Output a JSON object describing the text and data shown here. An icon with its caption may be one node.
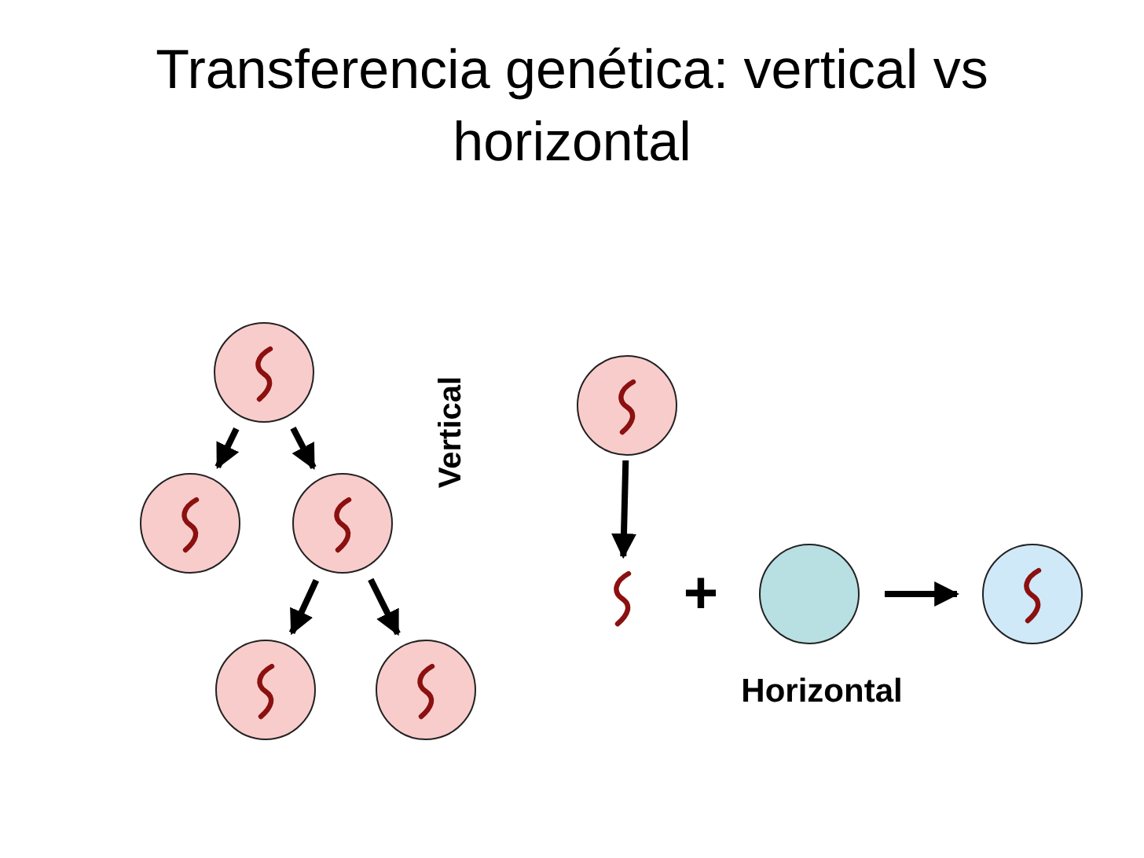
{
  "diagram": {
    "title": "Transferencia genética: vertical vs horizontal",
    "nodes": [
      {
        "text": [],
        "shape": "circle"
      },
      {
        "text": [],
        "shape": "circle"
      },
      {
        "text": [],
        "shape": "circle"
      },
      {
        "text": [],
        "shape": "circle"
      },
      {
        "text": [],
        "shape": "circle"
      },
      {
        "text": [],
        "shape": "circle"
      },
      {
        "text": [],
        "shape": "squiggle"
      },
      {
        "text": [],
        "shape": "circle"
      },
      {
        "text": [],
        "shape": "circle"
      }
    ],
    "edges": [
      {
        "from": 0,
        "to": 1,
        "arrow": "to"
      },
      {
        "from": 0,
        "to": 2,
        "arrow": "to"
      },
      {
        "from": 2,
        "to": 3,
        "arrow": "to"
      },
      {
        "from": 2,
        "to": 4,
        "arrow": "to"
      },
      {
        "from": 5,
        "to": 6,
        "arrow": "to"
      },
      {
        "from": 7,
        "to": 8,
        "arrow": "to"
      }
    ],
    "labels": [
      "Vertical",
      "+",
      "Horizontal"
    ]
  }
}
